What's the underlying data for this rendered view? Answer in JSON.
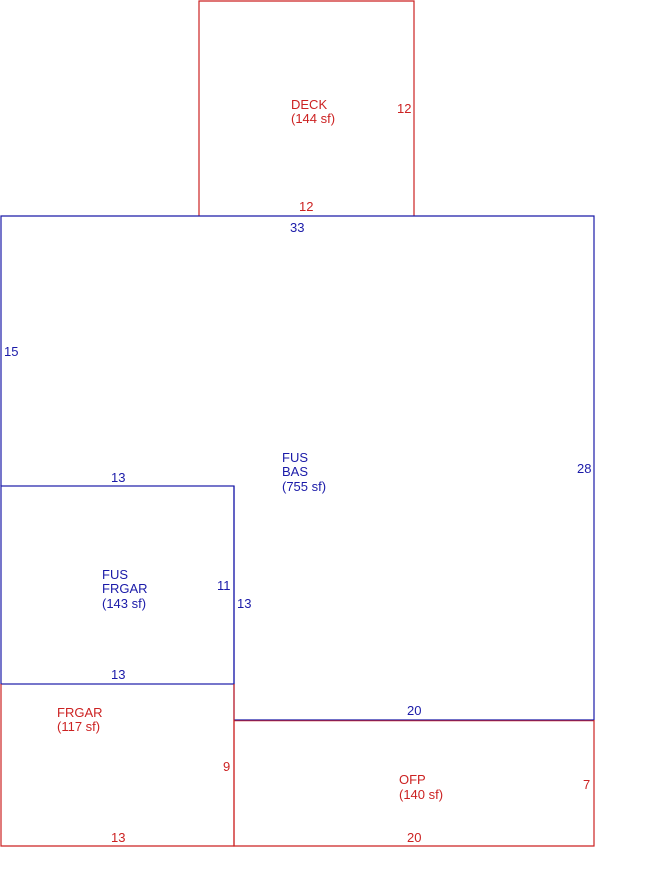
{
  "colors": {
    "blue": "#1a1aa8",
    "red": "#cc2222",
    "background": "#ffffff"
  },
  "areas": {
    "deck": {
      "name": "DECK",
      "area": "(144 sf)",
      "dim_right": "12",
      "dim_bottom": "12"
    },
    "fus_bas": {
      "line1": "FUS",
      "line2": "BAS",
      "area": "(755 sf)",
      "dim_top": "33",
      "dim_left": "15",
      "dim_right": "28",
      "dim_bottom": "20",
      "dim_inner_vertical": "13"
    },
    "fus_frgar": {
      "line1": "FUS",
      "line2": "FRGAR",
      "area": "(143 sf)",
      "dim_top": "13",
      "dim_right": "11",
      "dim_bottom": "13"
    },
    "frgar": {
      "name": "FRGAR",
      "area": "(117 sf)",
      "dim_right": "9",
      "dim_bottom": "13"
    },
    "ofp": {
      "name": "OFP",
      "area": "(140 sf)",
      "dim_right": "7",
      "dim_bottom": "20"
    }
  }
}
